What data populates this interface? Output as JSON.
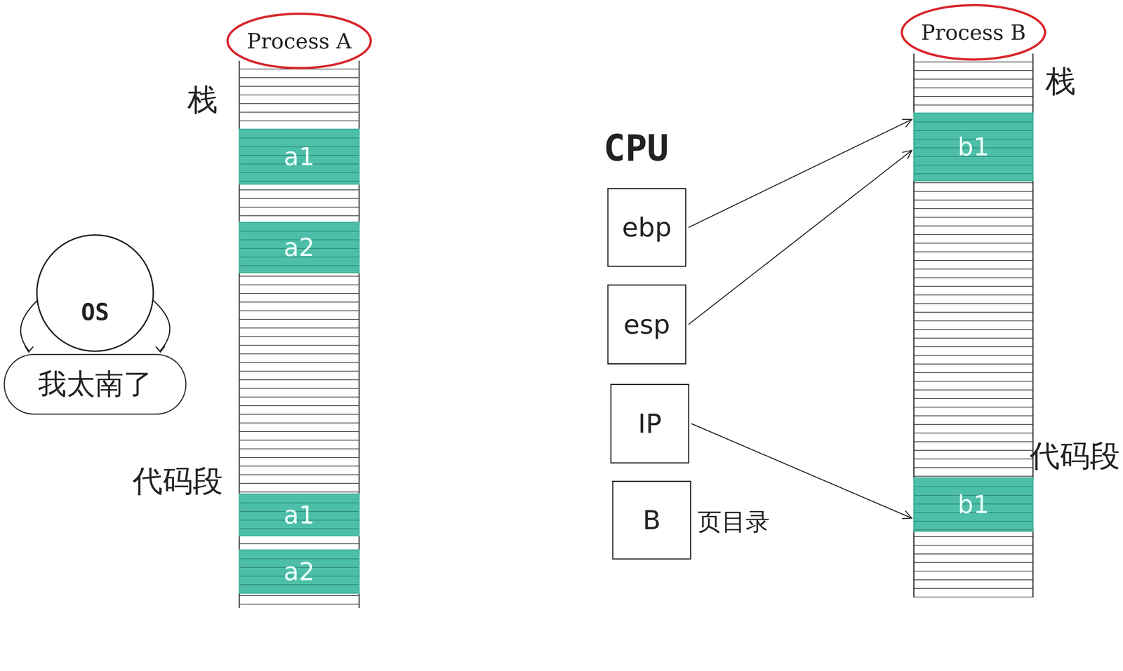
{
  "diagram": {
    "nodes": [
      {
        "text": [
          "Process A"
        ]
      },
      {
        "text": [
          "a1"
        ],
        "in": 0
      },
      {
        "text": [
          "a2"
        ],
        "in": 0
      },
      {
        "text": [
          "a1"
        ],
        "in": 0
      },
      {
        "text": [
          "a2"
        ],
        "in": 0
      },
      {
        "text": [
          "OS"
        ]
      },
      {
        "text": [
          "我太南了"
        ]
      },
      {
        "text": [
          "ebp"
        ]
      },
      {
        "text": [
          "esp"
        ]
      },
      {
        "text": [
          "IP"
        ]
      },
      {
        "text": [
          "B"
        ]
      },
      {
        "text": [
          "Process B"
        ]
      },
      {
        "text": [
          "b1"
        ],
        "in": 11
      },
      {
        "text": [
          "b1"
        ],
        "in": 11
      }
    ],
    "edges": [
      {
        "from": 7,
        "to": 12,
        "arrow": "to"
      },
      {
        "from": 8,
        "to": 12,
        "arrow": "to"
      },
      {
        "from": 9,
        "to": 13,
        "arrow": "to"
      }
    ],
    "labels": [
      "栈",
      "代码段",
      "CPU",
      "页目录",
      "栈",
      "代码段"
    ]
  }
}
